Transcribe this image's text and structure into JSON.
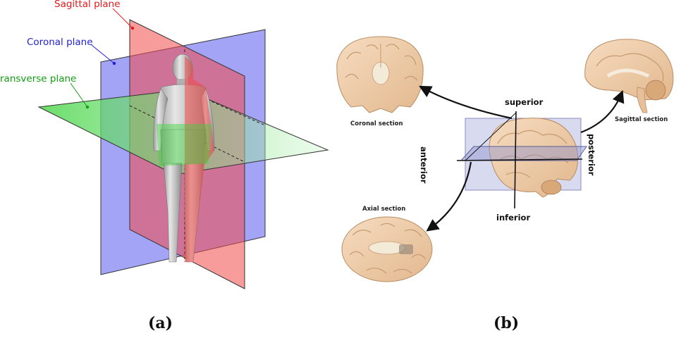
{
  "panel_a": {
    "sagittal_label": "Sagittal plane",
    "coronal_label": "Coronal plane",
    "transverse_label": "ransverse plane",
    "caption": "(a)",
    "colors": {
      "sagittal": "#f03c3c",
      "coronal": "#4a4af0",
      "transverse": "#3cd43c"
    }
  },
  "panel_b": {
    "coronal_section": "Coronal section",
    "sagittal_section": "Sagittal section",
    "axial_section": "Axial section",
    "superior": "superior",
    "inferior": "inferior",
    "anterior": "anterior",
    "posterior": "posterior",
    "caption": "(b)"
  }
}
